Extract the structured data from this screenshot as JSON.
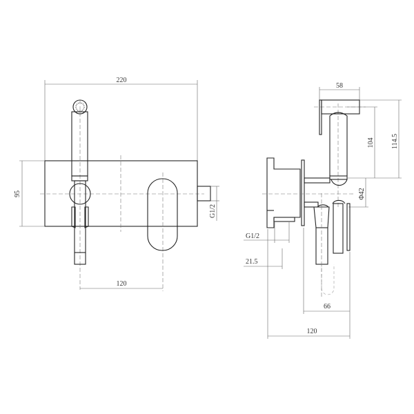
{
  "front_view": {
    "width_label": "220",
    "height_label": "95",
    "spacing_label": "120",
    "thread_label": "G1/2"
  },
  "side_view": {
    "head_width_label": "58",
    "tube_length_label": "104",
    "total_height_label": "114.5",
    "holder_diameter_label": "Φ42",
    "thread_label": "G1/2",
    "thread_depth_label": "21.5",
    "projection_label": "66",
    "depth_label": "120"
  }
}
